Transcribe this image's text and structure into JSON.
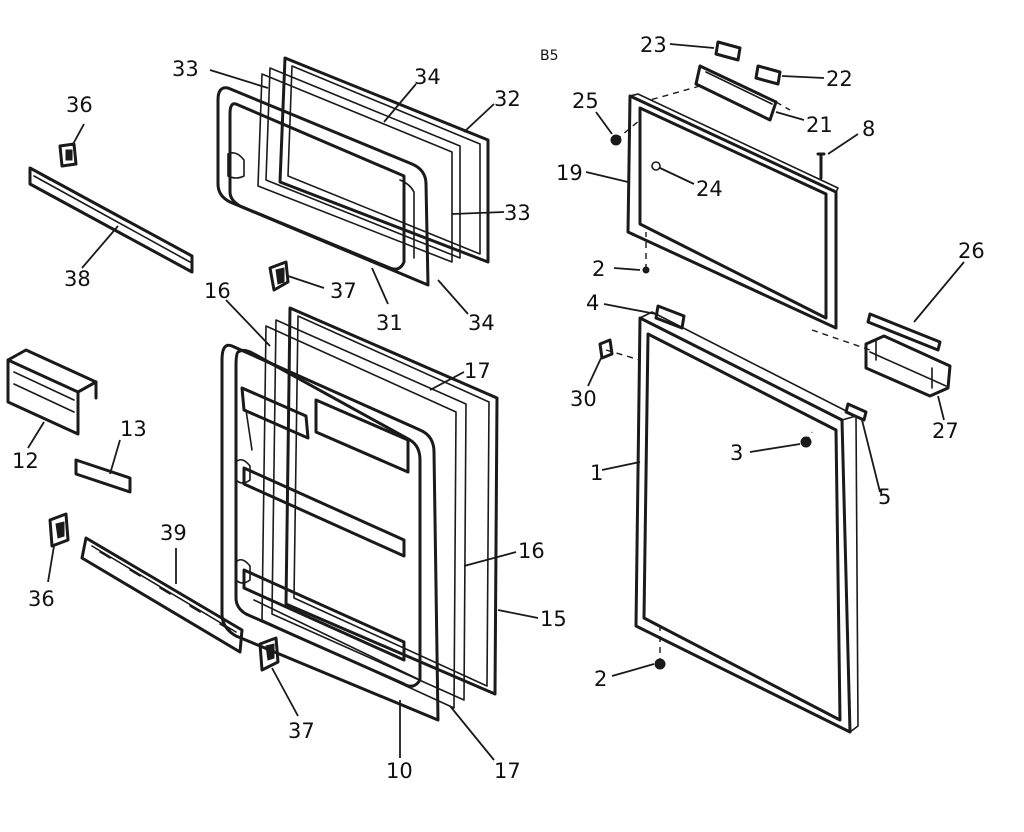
{
  "diagram": {
    "code": "B5",
    "callouts": [
      {
        "id": "c33a",
        "text": "33"
      },
      {
        "id": "c34a",
        "text": "34"
      },
      {
        "id": "c32",
        "text": "32"
      },
      {
        "id": "c33b",
        "text": "33"
      },
      {
        "id": "c34b",
        "text": "34"
      },
      {
        "id": "c31",
        "text": "31"
      },
      {
        "id": "c37a",
        "text": "37"
      },
      {
        "id": "c36a",
        "text": "36"
      },
      {
        "id": "c38",
        "text": "38"
      },
      {
        "id": "c16a",
        "text": "16"
      },
      {
        "id": "c17a",
        "text": "17"
      },
      {
        "id": "c16b",
        "text": "16"
      },
      {
        "id": "c15",
        "text": "15"
      },
      {
        "id": "c17b",
        "text": "17"
      },
      {
        "id": "c10",
        "text": "10"
      },
      {
        "id": "c37b",
        "text": "37"
      },
      {
        "id": "c39",
        "text": "39"
      },
      {
        "id": "c36b",
        "text": "36"
      },
      {
        "id": "c12",
        "text": "12"
      },
      {
        "id": "c13",
        "text": "13"
      },
      {
        "id": "c23",
        "text": "23"
      },
      {
        "id": "c22",
        "text": "22"
      },
      {
        "id": "c25",
        "text": "25"
      },
      {
        "id": "c21",
        "text": "21"
      },
      {
        "id": "c8",
        "text": "8"
      },
      {
        "id": "c19",
        "text": "19"
      },
      {
        "id": "c24",
        "text": "24"
      },
      {
        "id": "c2a",
        "text": "2"
      },
      {
        "id": "c26",
        "text": "26"
      },
      {
        "id": "c4",
        "text": "4"
      },
      {
        "id": "c30",
        "text": "30"
      },
      {
        "id": "c27",
        "text": "27"
      },
      {
        "id": "c3",
        "text": "3"
      },
      {
        "id": "c1",
        "text": "1"
      },
      {
        "id": "c5",
        "text": "5"
      },
      {
        "id": "c2b",
        "text": "2"
      }
    ]
  }
}
